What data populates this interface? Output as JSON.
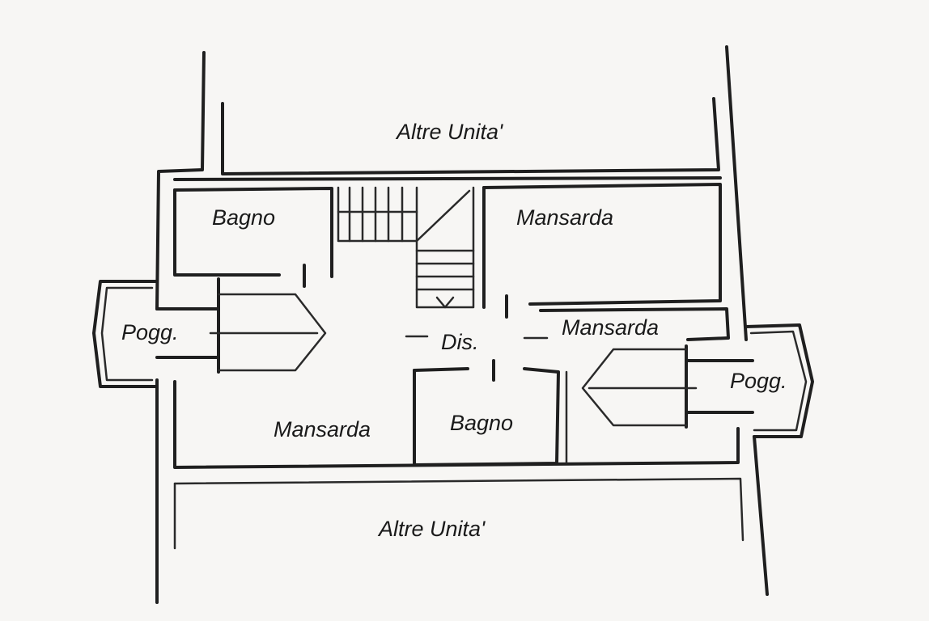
{
  "rooms": {
    "altre_unita_top": "Altre Unita'",
    "altre_unita_bottom": "Altre Unita'",
    "bagno_top": "Bagno",
    "bagno_bottom": "Bagno",
    "mansarda_top_right": "Mansarda",
    "mansarda_mid_right": "Mansarda",
    "mansarda_bottom_left": "Mansarda",
    "disimpegno": "Dis.",
    "poggiolo_left": "Pogg.",
    "poggiolo_right": "Pogg."
  },
  "colors": {
    "paper": "#f7f6f4",
    "ink": "#1f1f1f"
  }
}
